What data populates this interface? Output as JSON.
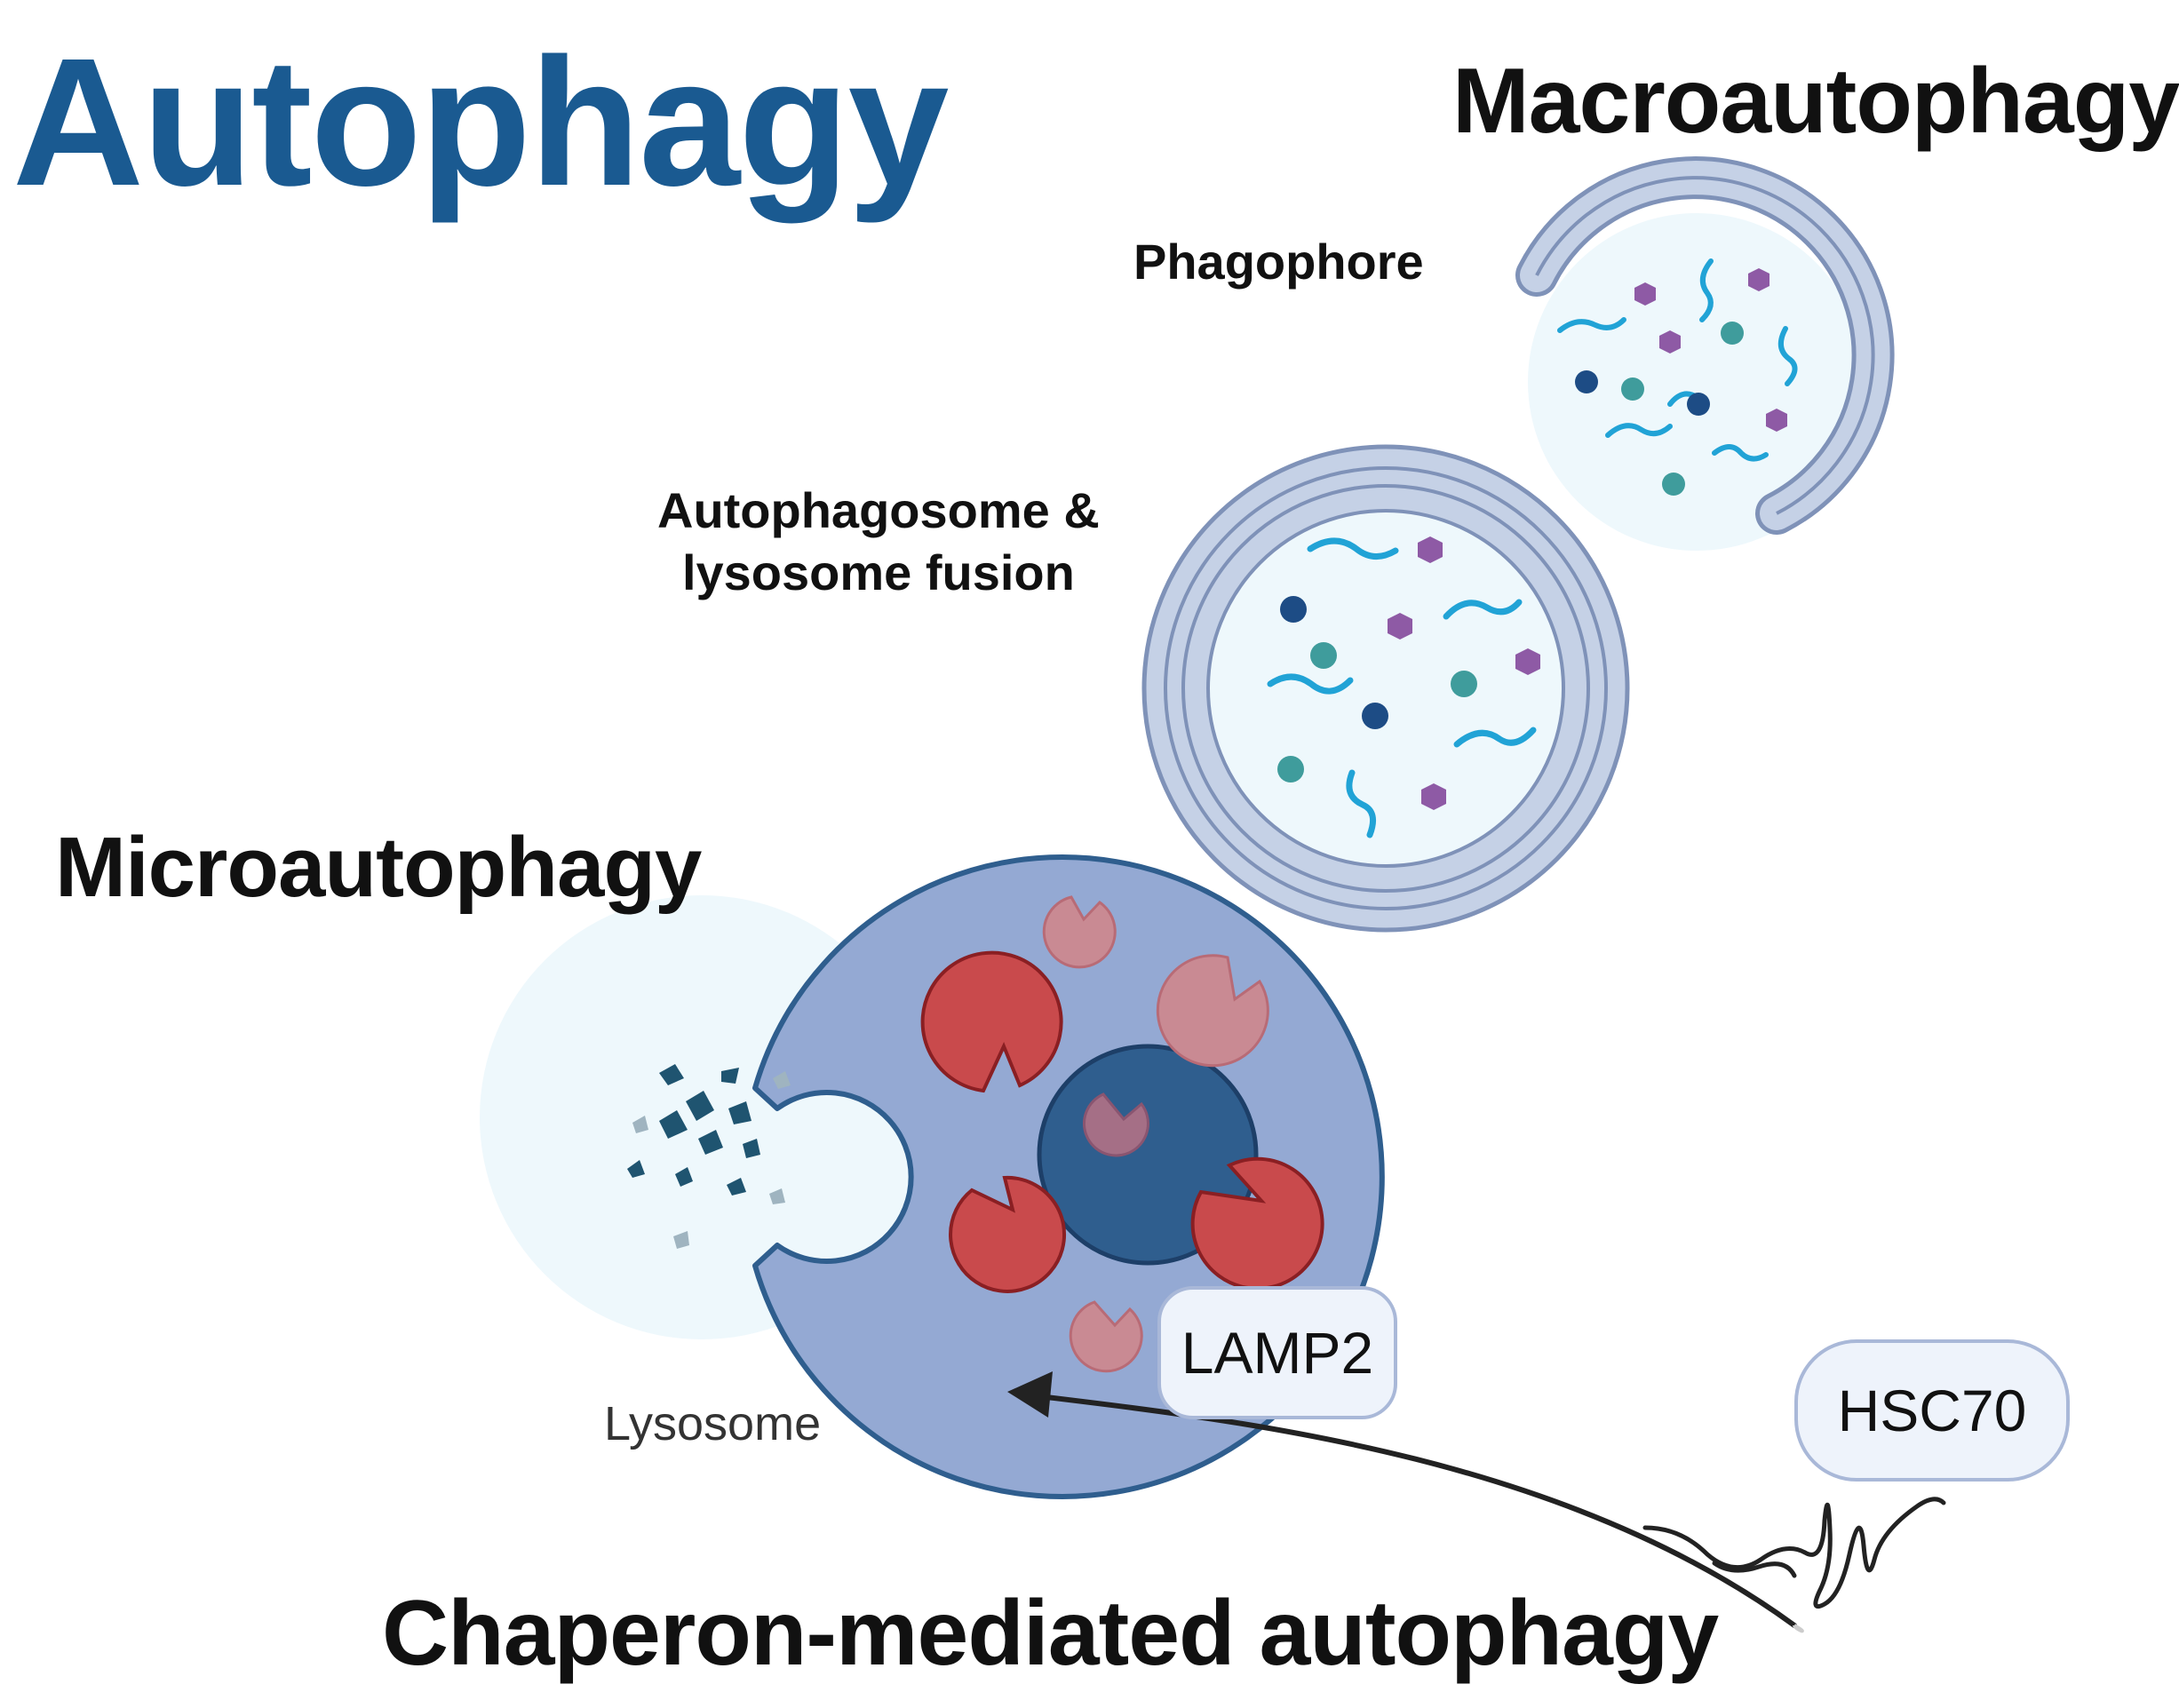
{
  "title": "Autophagy",
  "labels": {
    "macroautophagy": "Macroautophagy",
    "phagophore": "Phagophore",
    "fusion_line1": "Autophagosome &",
    "fusion_line2": "lysosome fusion",
    "microautophagy": "Microautophagy",
    "lysosome": "Lysosome",
    "lamp2": "LAMP2",
    "hsc70": "HSC70",
    "chaperone_mediated": "Chaperon-mediated autophagy"
  },
  "colors": {
    "title": "#1a5a91",
    "membrane_fill": "#c5d1e6",
    "membrane_stroke": "#7f92b8",
    "vesicle_lumen": "#eef8fc",
    "lysosome_fill": "#94a9d3",
    "lysosome_stroke": "#2f5e8e",
    "enzyme_red": "#c94a4c",
    "enzyme_faded": "#c98a93",
    "nucleus_blue": "#2f5e8e",
    "cargo_cyan": "#21a3d6",
    "cargo_purple": "#8e5aa5",
    "cargo_teal": "#3f9c9c",
    "cargo_navy": "#1d4c85"
  }
}
